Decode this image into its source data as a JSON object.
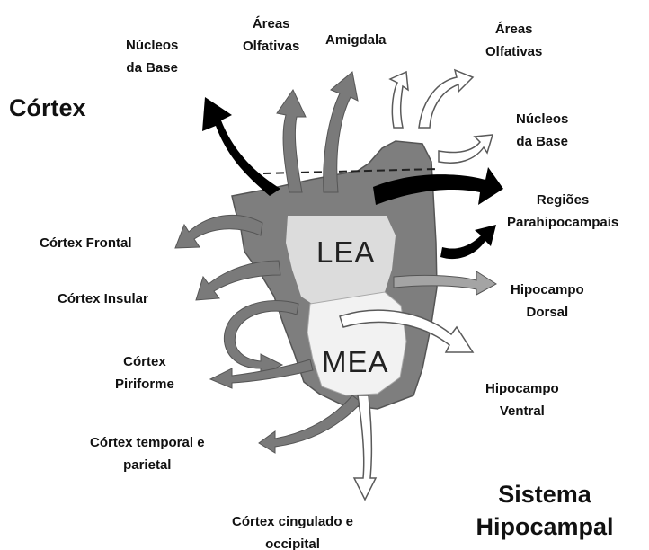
{
  "regions": {
    "lea": "LEA",
    "mea": "MEA"
  },
  "groups": {
    "cortex": "Córtex",
    "hippocampal_system": [
      "Sistema",
      "Hipocampal"
    ]
  },
  "targets": {
    "nucleos_base_left": [
      "Núcleos",
      "da Base"
    ],
    "areas_olfativas_left": [
      "Áreas",
      "Olfativas"
    ],
    "amigdala": "Amigdala",
    "areas_olfativas_right": [
      "Áreas",
      "Olfativas"
    ],
    "nucleos_base_right": [
      "Núcleos",
      "da Base"
    ],
    "regioes_parahipocampais": [
      "Regiões",
      "Parahipocampais"
    ],
    "hipocampo_dorsal": [
      "Hipocampo",
      "Dorsal"
    ],
    "hipocampo_ventral": [
      "Hipocampo",
      "Ventral"
    ],
    "cortex_frontal": "Córtex Frontal",
    "cortex_insular": "Córtex Insular",
    "cortex_piriforme": [
      "Córtex",
      "Piriforme"
    ],
    "cortex_temporal_parietal": [
      "Córtex temporal e",
      "parietal"
    ],
    "cortex_cingulado_occipital": [
      "Córtex cingulado e",
      "occipital"
    ]
  },
  "colors": {
    "outer": "#7e7e7e",
    "lea_zone": "#dcdcdc",
    "mea_zone": "#f2f2f2",
    "mea_border": "#a9a9a9",
    "dark_arrow": "#000000",
    "gray_arrow": "#777777",
    "light_arrow": "#ffffff",
    "outline": "#5a5a5a"
  }
}
